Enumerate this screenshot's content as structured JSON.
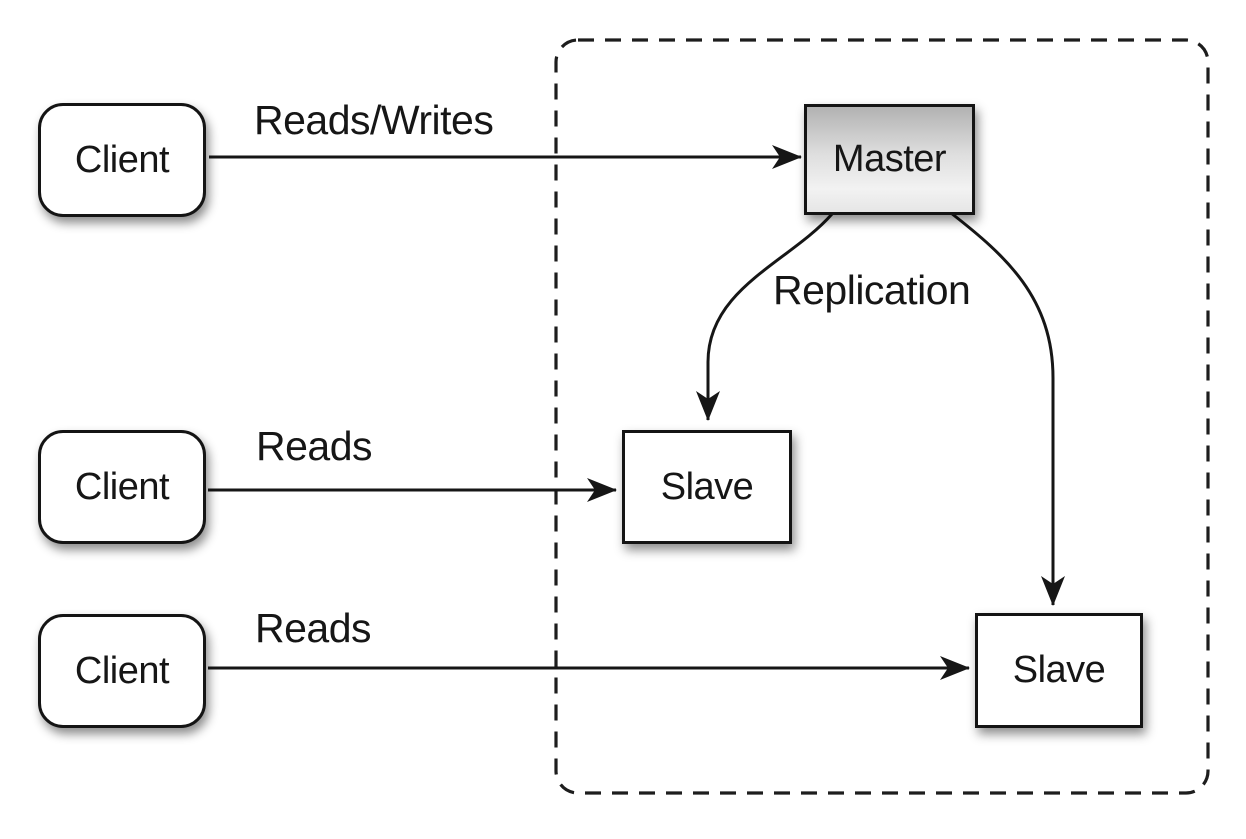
{
  "diagram": {
    "type": "master-slave-replication-architecture",
    "colors": {
      "background": "#ffffff",
      "stroke": "#161616",
      "node_fill": "#ffffff",
      "master_gradient_top": "#b2b2b2",
      "master_gradient_bottom": "#e6e6e6"
    },
    "boundary": {
      "name": "replication-cluster-boundary",
      "style": "dashed"
    },
    "nodes": [
      {
        "id": "client-1",
        "label": "Client",
        "shape": "rounded-rectangle"
      },
      {
        "id": "client-2",
        "label": "Client",
        "shape": "rounded-rectangle"
      },
      {
        "id": "client-3",
        "label": "Client",
        "shape": "rounded-rectangle"
      },
      {
        "id": "master",
        "label": "Master",
        "shape": "rectangle"
      },
      {
        "id": "slave-1",
        "label": "Slave",
        "shape": "rectangle"
      },
      {
        "id": "slave-2",
        "label": "Slave",
        "shape": "rectangle"
      }
    ],
    "edges": [
      {
        "id": "client1-to-master",
        "from": "client-1",
        "to": "master",
        "label": "Reads/Writes"
      },
      {
        "id": "client2-to-slave1",
        "from": "client-2",
        "to": "slave-1",
        "label": "Reads"
      },
      {
        "id": "client3-to-slave2",
        "from": "client-3",
        "to": "slave-2",
        "label": "Reads"
      },
      {
        "id": "master-to-slave1",
        "from": "master",
        "to": "slave-1",
        "label": "Replication"
      },
      {
        "id": "master-to-slave2",
        "from": "master",
        "to": "slave-2",
        "label": ""
      }
    ]
  }
}
